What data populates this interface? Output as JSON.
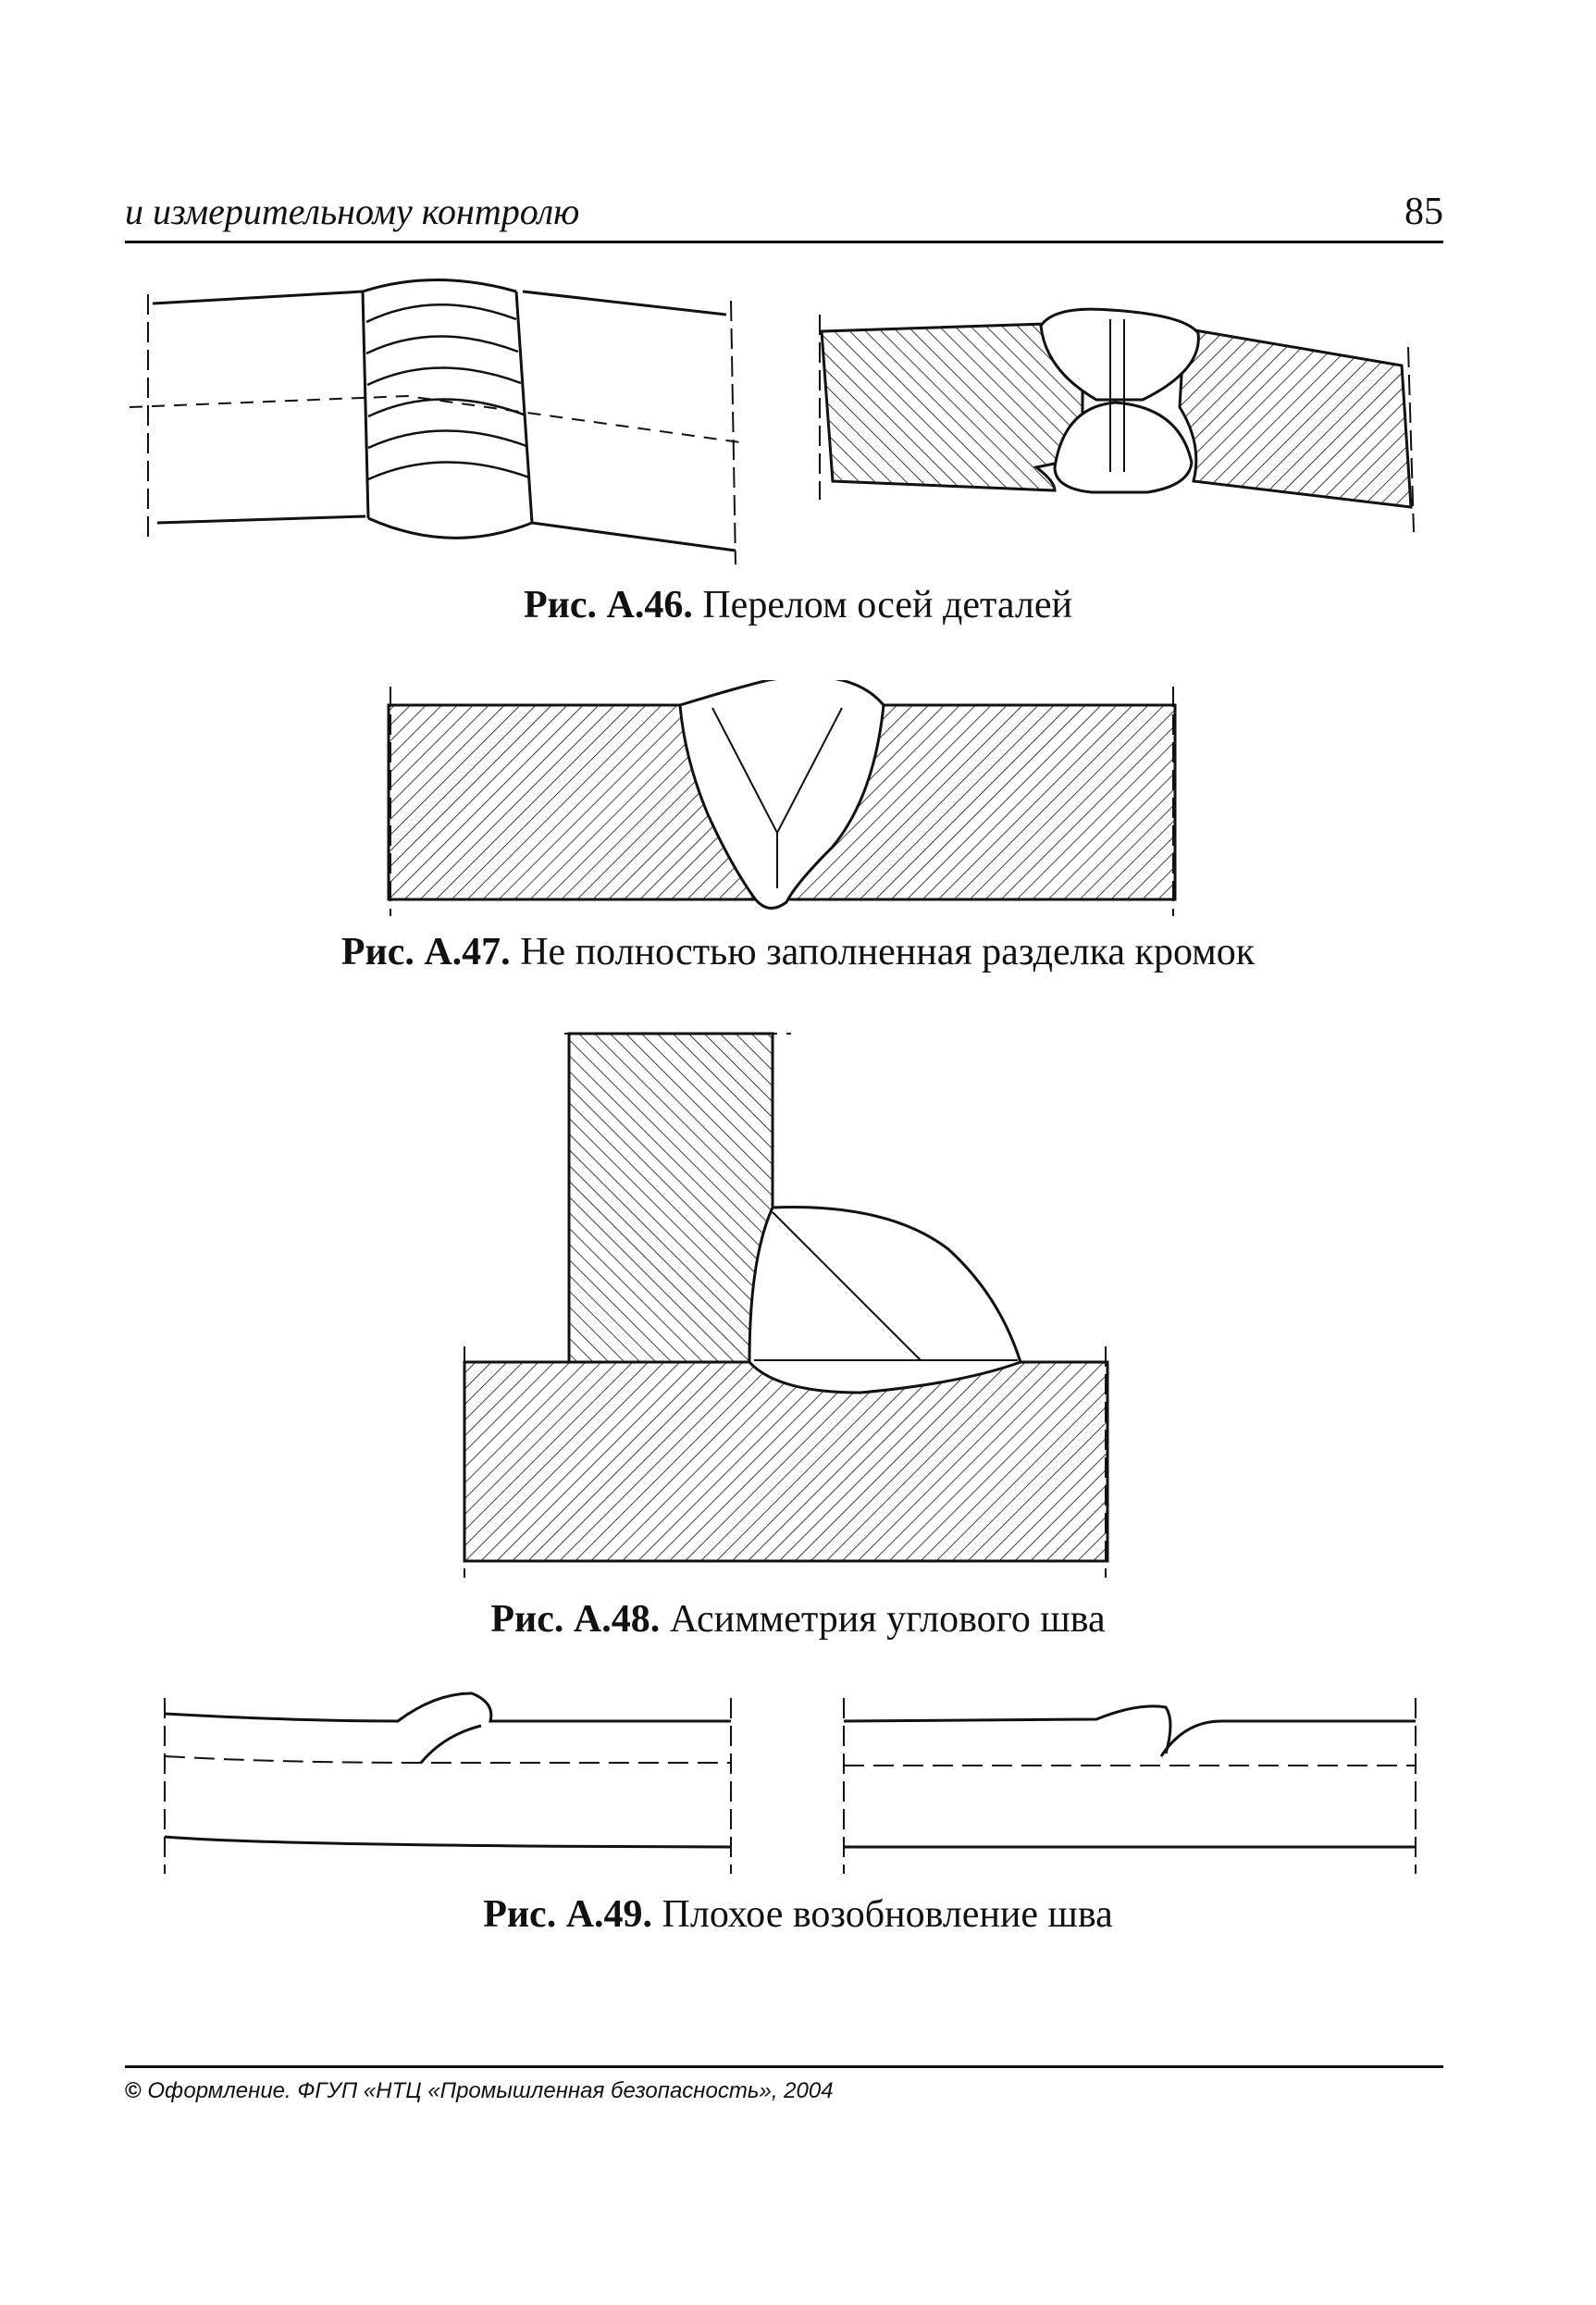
{
  "header": {
    "title": "и измерительному контролю",
    "page_number": "85"
  },
  "figures": [
    {
      "number": "Рис. А.46.",
      "caption": "Перелом осей деталей"
    },
    {
      "number": "Рис. А.47.",
      "caption": "Не полностью заполненная разделка кромок"
    },
    {
      "number": "Рис. А.48.",
      "caption": "Асимметрия углового шва"
    },
    {
      "number": "Рис. А.49.",
      "caption": "Плохое возобновление шва"
    }
  ],
  "footer": {
    "copyright_symbol": "©",
    "text": "Оформление. ФГУП «НТЦ «Промышленная безопасность», 2004"
  }
}
